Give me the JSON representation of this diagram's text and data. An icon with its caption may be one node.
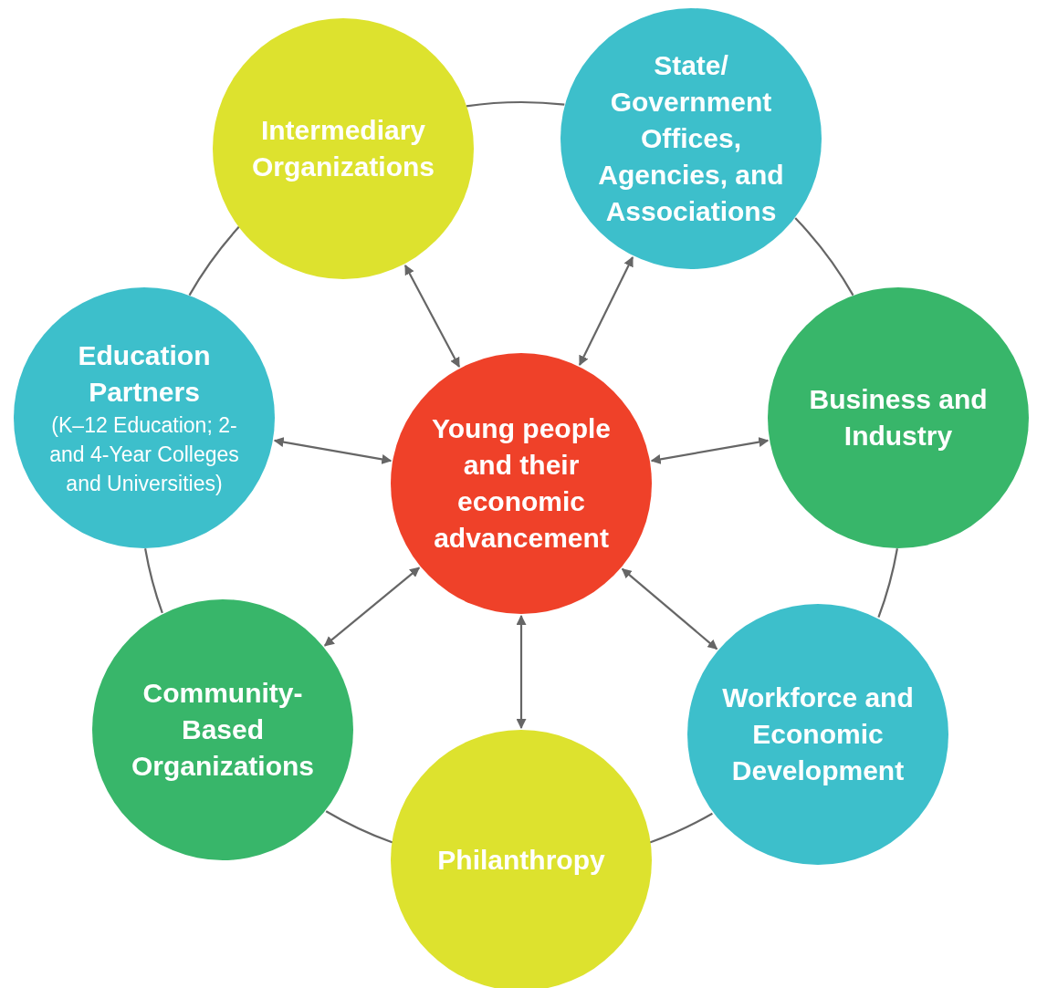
{
  "diagram": {
    "nodes": [
      {
        "text": [
          "Intermediary Organizations"
        ]
      },
      {
        "text": [
          "State/ Government Offices, Agencies, and Associations"
        ]
      },
      {
        "text": [
          "Education Partners",
          "(K–12 Education; 2- and 4-Year Colleges and Universities)"
        ]
      },
      {
        "text": [
          "Young people and their economic advancement"
        ]
      },
      {
        "text": [
          "Business and Industry"
        ]
      },
      {
        "text": [
          "Community- Based Organizations"
        ]
      },
      {
        "text": [
          "Workforce and Economic Development"
        ]
      },
      {
        "text": [
          "Philanthropy"
        ]
      }
    ],
    "edges": [
      {
        "from": 3,
        "to": 0,
        "arrow": "both"
      },
      {
        "from": 3,
        "to": 1,
        "arrow": "both"
      },
      {
        "from": 3,
        "to": 4,
        "arrow": "both"
      },
      {
        "from": 3,
        "to": 6,
        "arrow": "both"
      },
      {
        "from": 3,
        "to": 7,
        "arrow": "both"
      },
      {
        "from": 3,
        "to": 5,
        "arrow": "both"
      },
      {
        "from": 3,
        "to": 2,
        "arrow": "both"
      },
      {
        "from": 0,
        "to": 1,
        "arrow": "none"
      },
      {
        "from": 1,
        "to": 4,
        "arrow": "none"
      },
      {
        "from": 4,
        "to": 6,
        "arrow": "none"
      },
      {
        "from": 6,
        "to": 7,
        "arrow": "none"
      },
      {
        "from": 7,
        "to": 5,
        "arrow": "none"
      },
      {
        "from": 5,
        "to": 2,
        "arrow": "none"
      },
      {
        "from": 2,
        "to": 0,
        "arrow": "none"
      }
    ]
  }
}
